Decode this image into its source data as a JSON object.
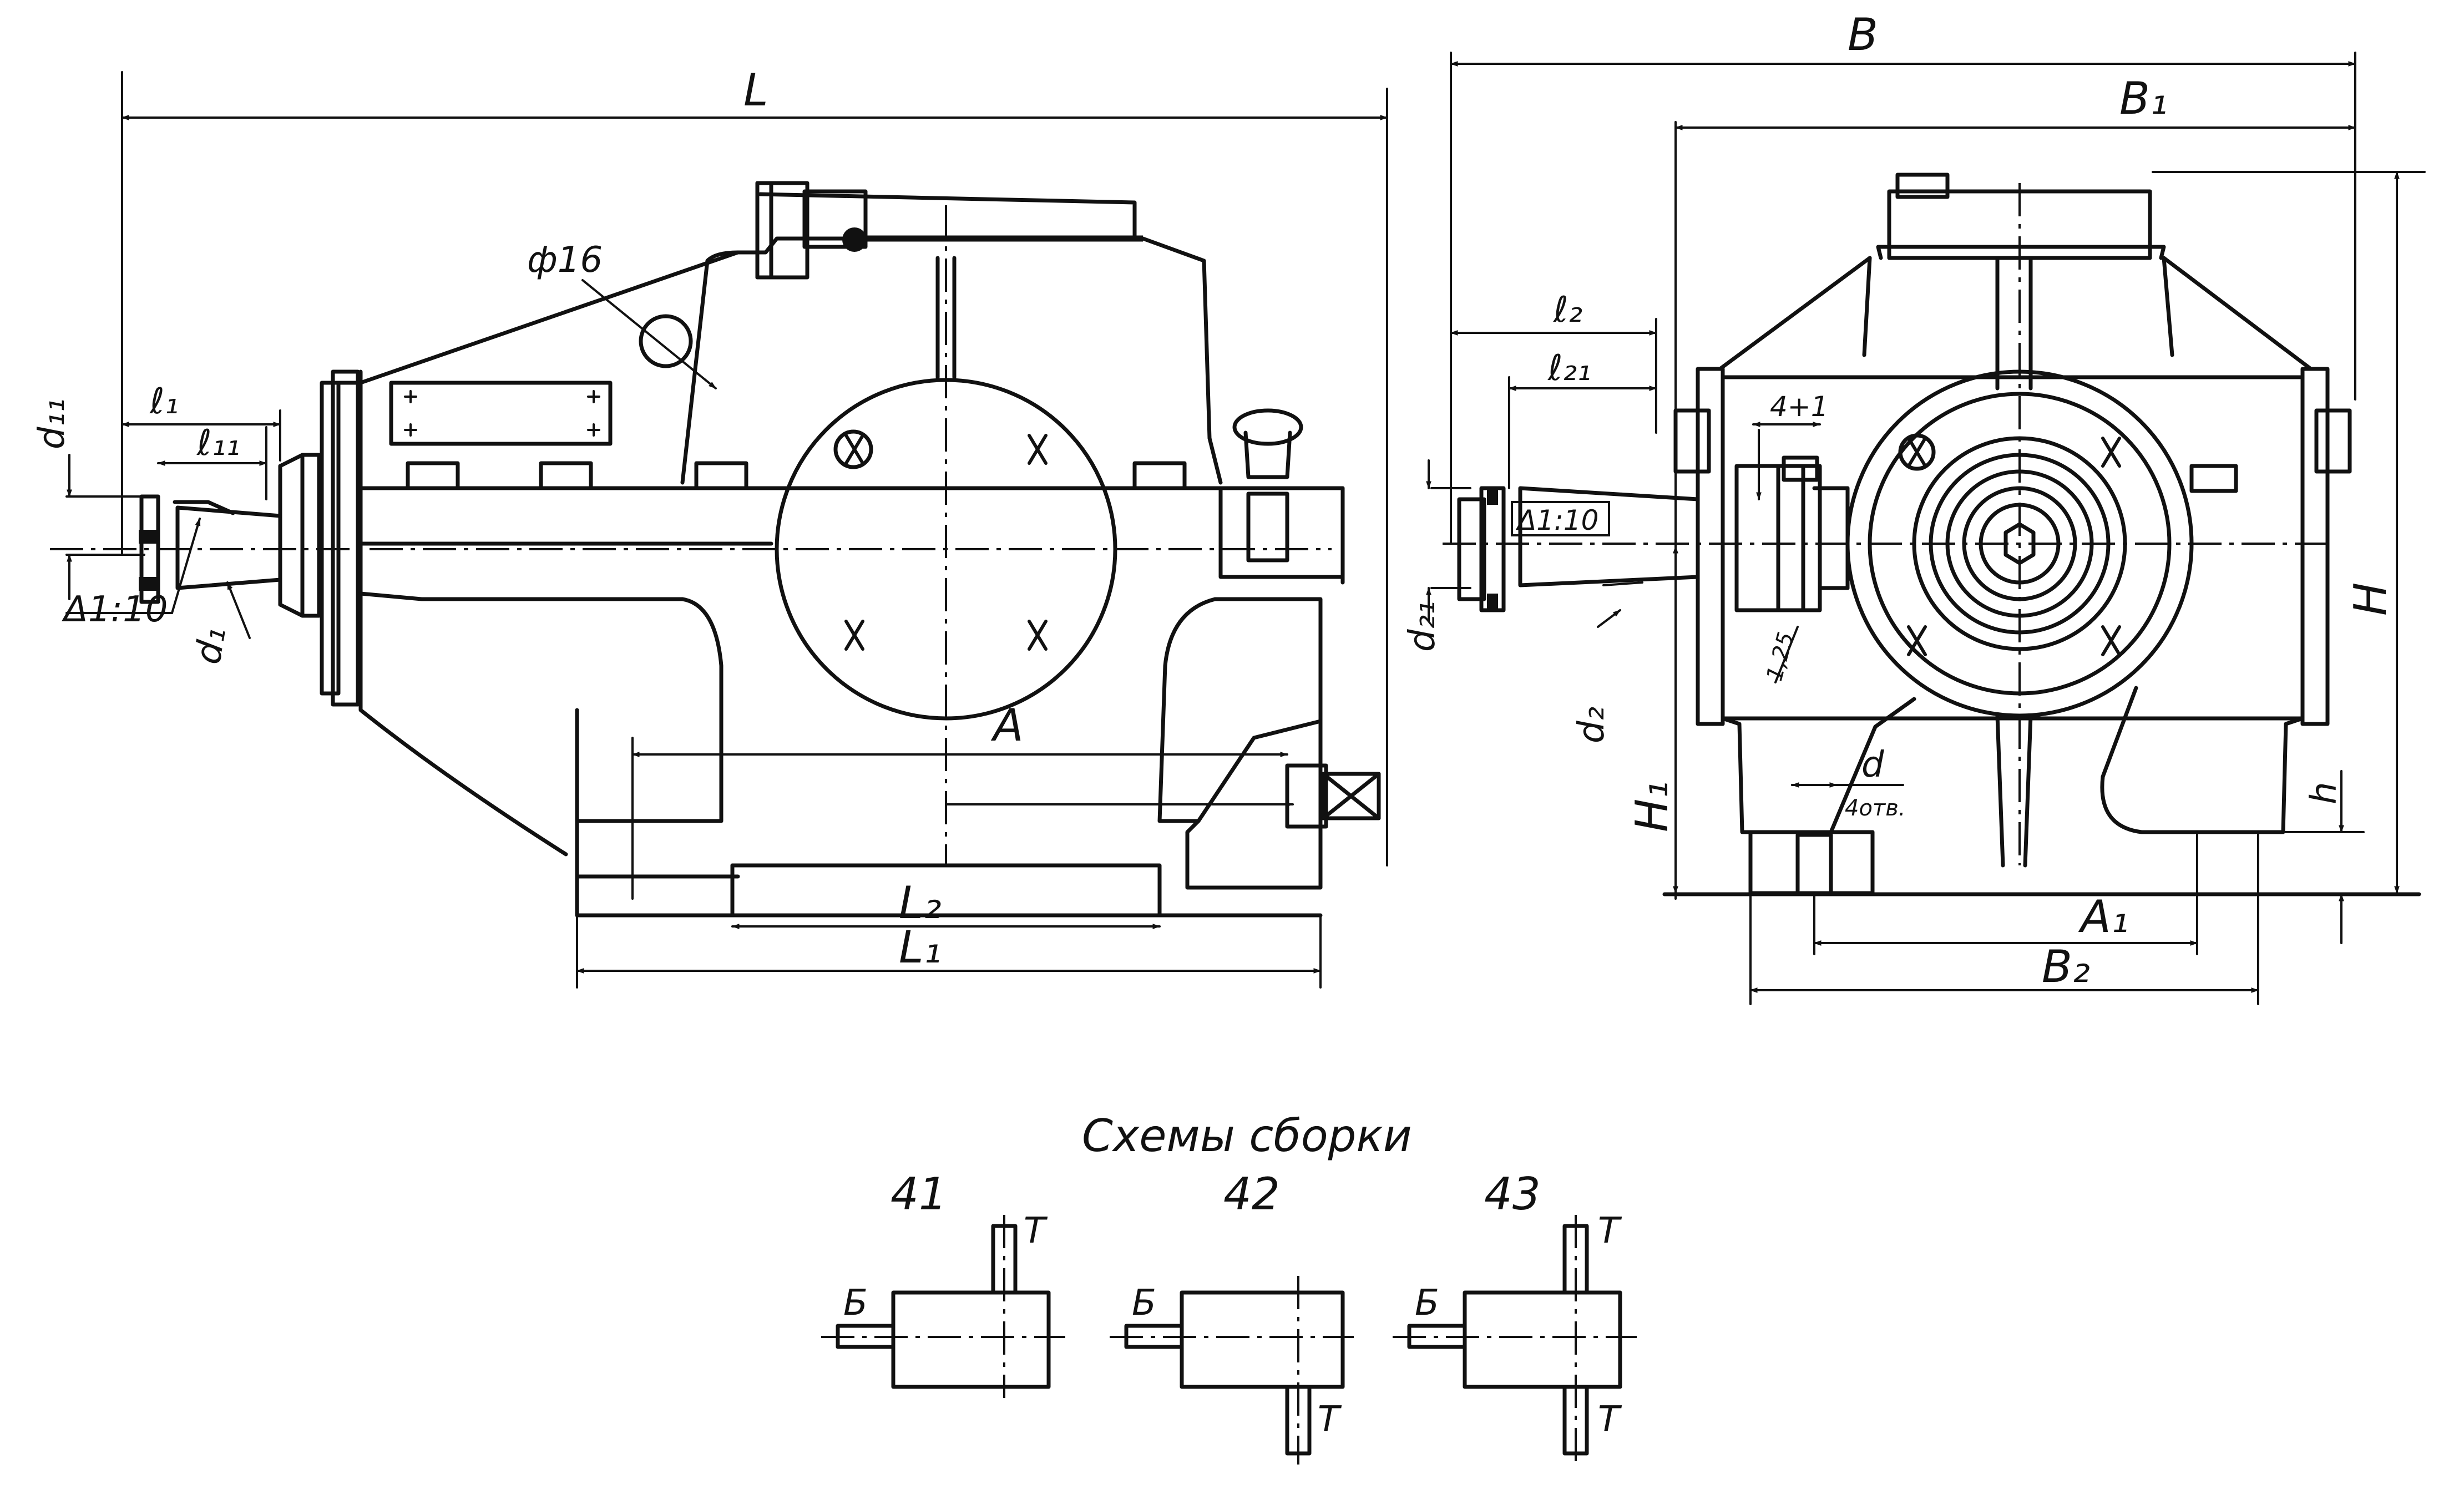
{
  "dimensions": {
    "L": "L",
    "B": "B",
    "B1": "B₁",
    "l1": "ℓ₁",
    "l11": "ℓ₁₁",
    "l2": "ℓ₂",
    "l21": "ℓ₂₁",
    "d11": "d₁₁",
    "d1": "d₁",
    "d21": "d₂₁",
    "d2": "d₂",
    "phi16": "ф16",
    "taper_left": "Δ1:10",
    "taper_right": "Δ1:10",
    "A": "A",
    "A1": "A₁",
    "L1": "L₁",
    "L2": "L₂",
    "B2": "B₂",
    "H": "H",
    "H1": "H₁",
    "h": "h",
    "d": "d",
    "holes": "4отв.",
    "key": "4+1",
    "r125": "1,25"
  },
  "schemes": {
    "title": "Схемы сборки",
    "items": [
      {
        "number": "41",
        "input_label": "Б",
        "output_label": "Т"
      },
      {
        "number": "42",
        "input_label": "Б",
        "output_label": "Т"
      },
      {
        "number": "43",
        "input_label": "Б",
        "output_label_top": "Т",
        "output_label_bottom": "Т"
      }
    ]
  }
}
